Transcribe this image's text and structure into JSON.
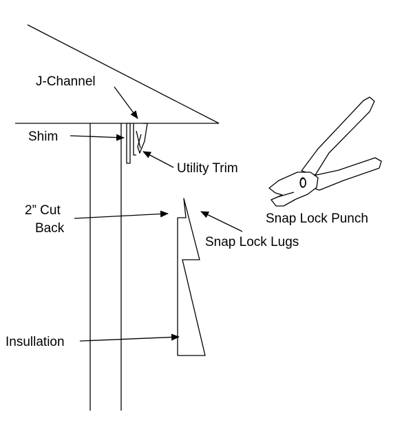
{
  "labels": {
    "j_channel": "J-Channel",
    "shim": "Shim",
    "utility_trim": "Utility Trim",
    "cut_back_line1": "2” Cut",
    "cut_back_line2": "Back",
    "snap_lock_lugs": "Snap Lock Lugs",
    "insulation": "Insullation",
    "snap_lock_punch": "Snap Lock Punch",
    "punch_mark": "0"
  }
}
